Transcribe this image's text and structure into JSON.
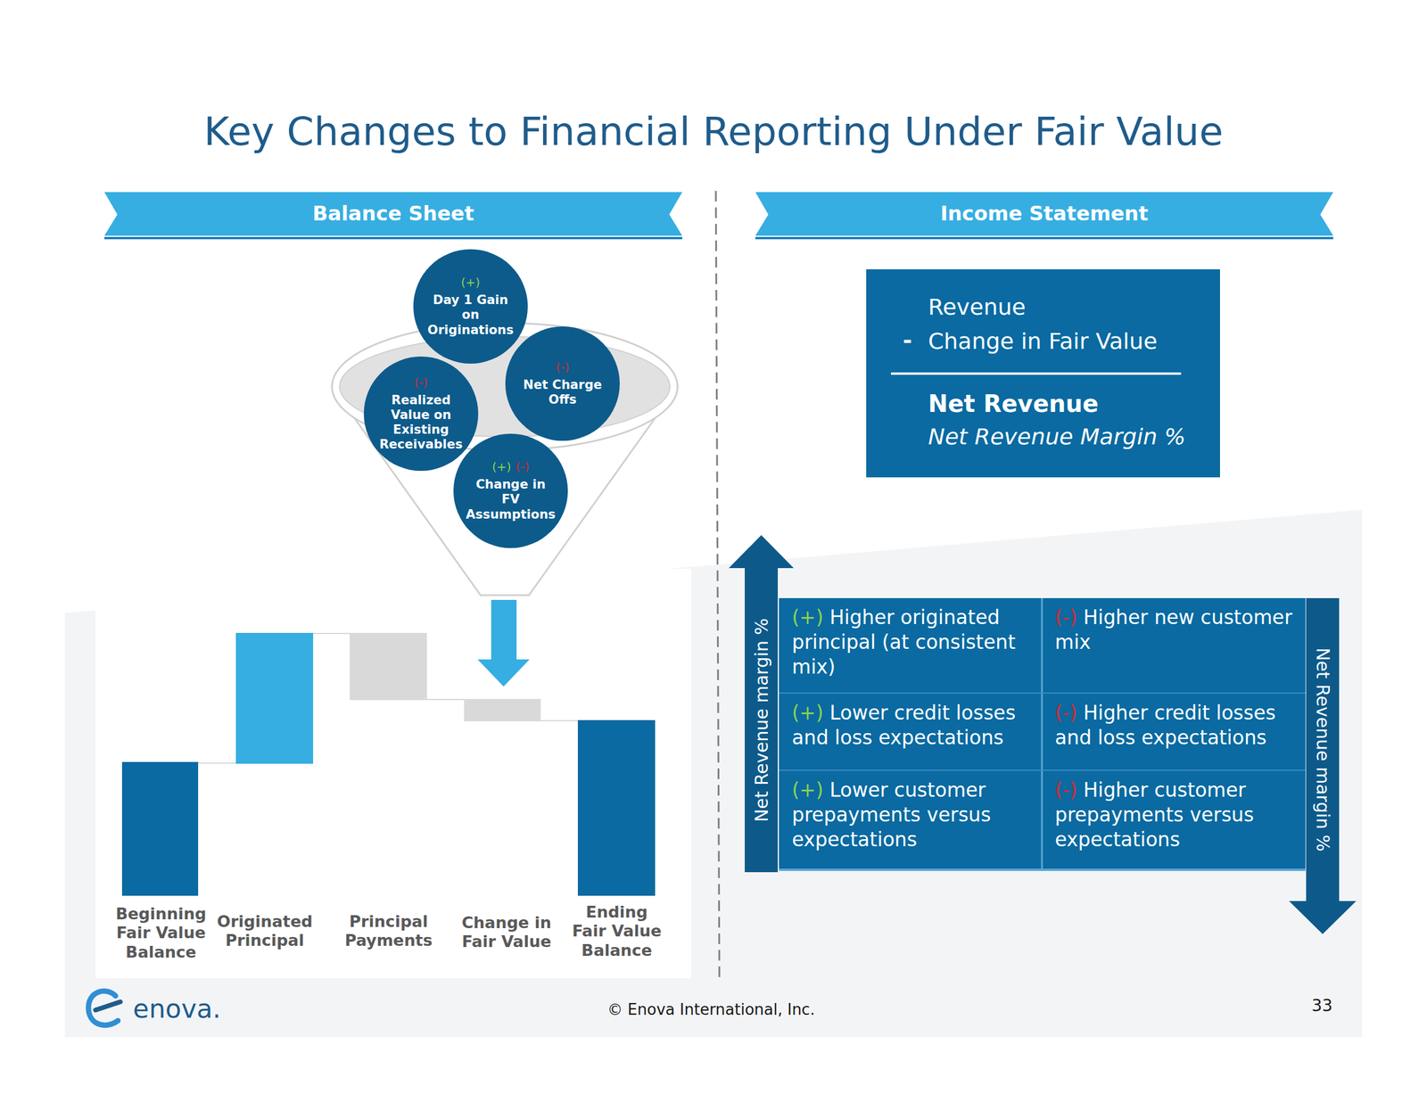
{
  "diagram": {
    "title": "Key Changes to Financial Reporting Under Fair Value",
    "nodes": [
      {
        "text": [
          "Balance Sheet"
        ]
      },
      {
        "text": [
          "Income Statement"
        ]
      },
      {
        "text": [
          "(+)",
          "Day 1 Gain on Originations"
        ]
      },
      {
        "text": [
          "(-)",
          "Realized Value on Existing Receivables"
        ]
      },
      {
        "text": [
          "(-)",
          "Net Charge Offs"
        ]
      },
      {
        "text": [
          "(+)",
          "(-)",
          "Change in FV Assumptions"
        ]
      },
      {
        "text": [
          "Revenue",
          "-",
          "Change in Fair Value",
          "Net Revenue",
          "Net Revenue Margin %"
        ]
      },
      {
        "text": [
          "Net Revenue margin %"
        ]
      },
      {
        "text": [
          "(+)",
          "Higher originated principal (at consistent mix)"
        ]
      },
      {
        "text": [
          "(-)",
          "Higher new customer mix"
        ]
      },
      {
        "text": [
          "(+)",
          "Lower credit losses and loss expectations"
        ]
      },
      {
        "text": [
          "(-)",
          "Higher credit losses and loss expectations"
        ]
      },
      {
        "text": [
          "(+)",
          "Lower customer prepayments versus expectations"
        ]
      },
      {
        "text": [
          "(-)",
          "Higher customer prepayments versus expectations"
        ]
      },
      {
        "text": [
          "Net Revenue margin %"
        ]
      }
    ],
    "labels": [
      "Beginning Fair Value Balance",
      "Originated Principal",
      "Principal Payments",
      "Change in Fair Value",
      "Ending Fair Value Balance",
      "enova.",
      "© Enova International, Inc.",
      "33"
    ]
  }
}
